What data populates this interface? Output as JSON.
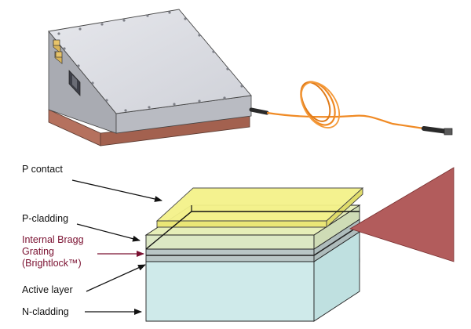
{
  "labels": {
    "p_contact": "P contact",
    "p_cladding": "P-cladding",
    "bragg_line1": "Internal Bragg",
    "bragg_line2": "Grating",
    "bragg_line3": "(Brightlock™)",
    "active_layer": "Active layer",
    "n_cladding": "N-cladding"
  },
  "colors": {
    "module_top": "#d9dbe1",
    "module_side": "#a9abb2",
    "module_base": "#b5715e",
    "fiber": "#f08a24",
    "p_contact": "#f4f28a",
    "p_cladding": "#dce8c4",
    "bragg_grating": "#b9c6c6",
    "n_cladding": "#cfeaea",
    "beam": "#b25c5c",
    "bragg_label": "#7a1030",
    "arrow": "#111111"
  },
  "icons": {
    "module": "laser-module-icon",
    "fiber": "fiber-pigtail-icon",
    "connector": "electrical-connector-icon"
  }
}
